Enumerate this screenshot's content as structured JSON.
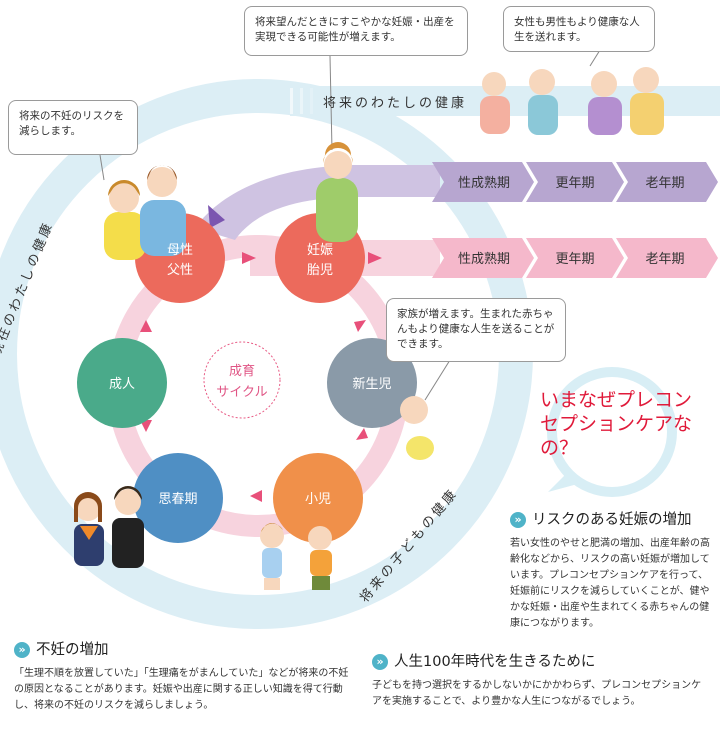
{
  "outer_labels": {
    "future_me": "将来のわたしの健康",
    "current_me": "現在のわたしの健康",
    "future_child": "将来の子どもの健康"
  },
  "cycle_nodes": [
    {
      "id": "parents",
      "line1": "母性",
      "line2": "父性",
      "color": "#ec6a5c"
    },
    {
      "id": "pregnancy",
      "line1": "妊娠",
      "line2": "胎児",
      "color": "#ec6a5c"
    },
    {
      "id": "newborn",
      "line1": "新生児",
      "line2": "",
      "color": "#8a9aa8"
    },
    {
      "id": "child",
      "line1": "小児",
      "line2": "",
      "color": "#f0904a"
    },
    {
      "id": "adolescent",
      "line1": "思春期",
      "line2": "",
      "color": "#4f8fc4"
    },
    {
      "id": "adult",
      "line1": "成人",
      "line2": "",
      "color": "#4aaa8a"
    }
  ],
  "center_label": {
    "line1": "成育",
    "line2": "サイクル"
  },
  "bands": {
    "upper": [
      "性成熟期",
      "更年期",
      "老年期"
    ],
    "lower": [
      "性成熟期",
      "更年期",
      "老年期"
    ]
  },
  "bubbles": {
    "infertility_risk": "将来の不妊のリスクを減らします。",
    "pregnancy_chance": "将来望んだときにすこやかな妊娠・出産を実現できる可能性が増えます。",
    "healthier_life": "女性も男性もより健康な人生を送れます。",
    "family": "家族が増えます。生まれた赤ちゃんもより健康な人生を送ることができます。"
  },
  "why_title": "いまなぜプレコンセプションケアなの？",
  "sections": {
    "risk": {
      "title": "リスクのある妊娠の増加",
      "body": "若い女性のやせと肥満の増加、出産年齢の高齢化などから、リスクの高い妊娠が増加しています。プレコンセプションケアを行って、妊娠前にリスクを減らしていくことが、健やかな妊娠・出産や生まれてくる赤ちゃんの健康につながります。"
    },
    "infertility": {
      "title": "不妊の増加",
      "body": "「生理不順を放置していた」「生理痛をがまんしていた」などが将来の不妊の原因となることがあります。妊娠や出産に関する正しい知識を得て行動し、将来の不妊のリスクを減らしましょう。"
    },
    "century": {
      "title": "人生100年時代を生きるために",
      "body": "子どもを持つ選択をするかしないかにかかわらず、プレコンセプションケアを実施することで、より豊かな人生につながるでしょう。"
    }
  },
  "colors": {
    "ring": "#dceef5",
    "purple": "#b7a6d0",
    "purple_dark": "#a895c6",
    "pink": "#f7c5d2",
    "pink_dark": "#f2a8bf",
    "arrow": "#e8507a",
    "accent_red": "#e01a3a",
    "teal": "#4fb3c8"
  }
}
